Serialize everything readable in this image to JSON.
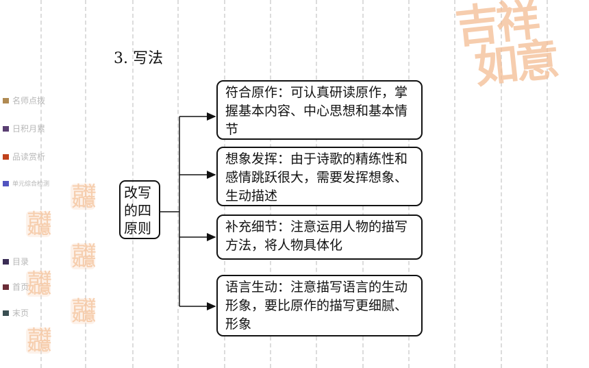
{
  "section_title": "3. 写法",
  "sidebar": {
    "menu": [
      {
        "label": "名师点拨",
        "color": "#b08a52"
      },
      {
        "label": "日积月累",
        "color": "#5a3f72"
      },
      {
        "label": "品读赏析",
        "color": "#c0421c"
      },
      {
        "label": "单元综合检测",
        "color": "#5254c0"
      }
    ],
    "nav": [
      {
        "label": "目录",
        "color": "#3a2d55"
      },
      {
        "label": "首页",
        "color": "#6a2c36"
      },
      {
        "label": "末页",
        "color": "#3a4f52"
      }
    ]
  },
  "watermark": {
    "line1": "吉祥",
    "line2": "如意"
  },
  "diagram": {
    "root": "改写的四原则",
    "branches": [
      {
        "text": "符合原作：可认真研读原作，掌握基本内容、中心思想和基本情节"
      },
      {
        "text": "想象发挥：由于诗歌的精练性和感情跳跃很大，需要发挥想象、生动描述"
      },
      {
        "text": "补充细节：注意运用人物的描写方法，将人物具体化"
      },
      {
        "text": "语言生动：注意描写语言的生动形象，要比原作的描写更细腻、形象"
      }
    ]
  }
}
